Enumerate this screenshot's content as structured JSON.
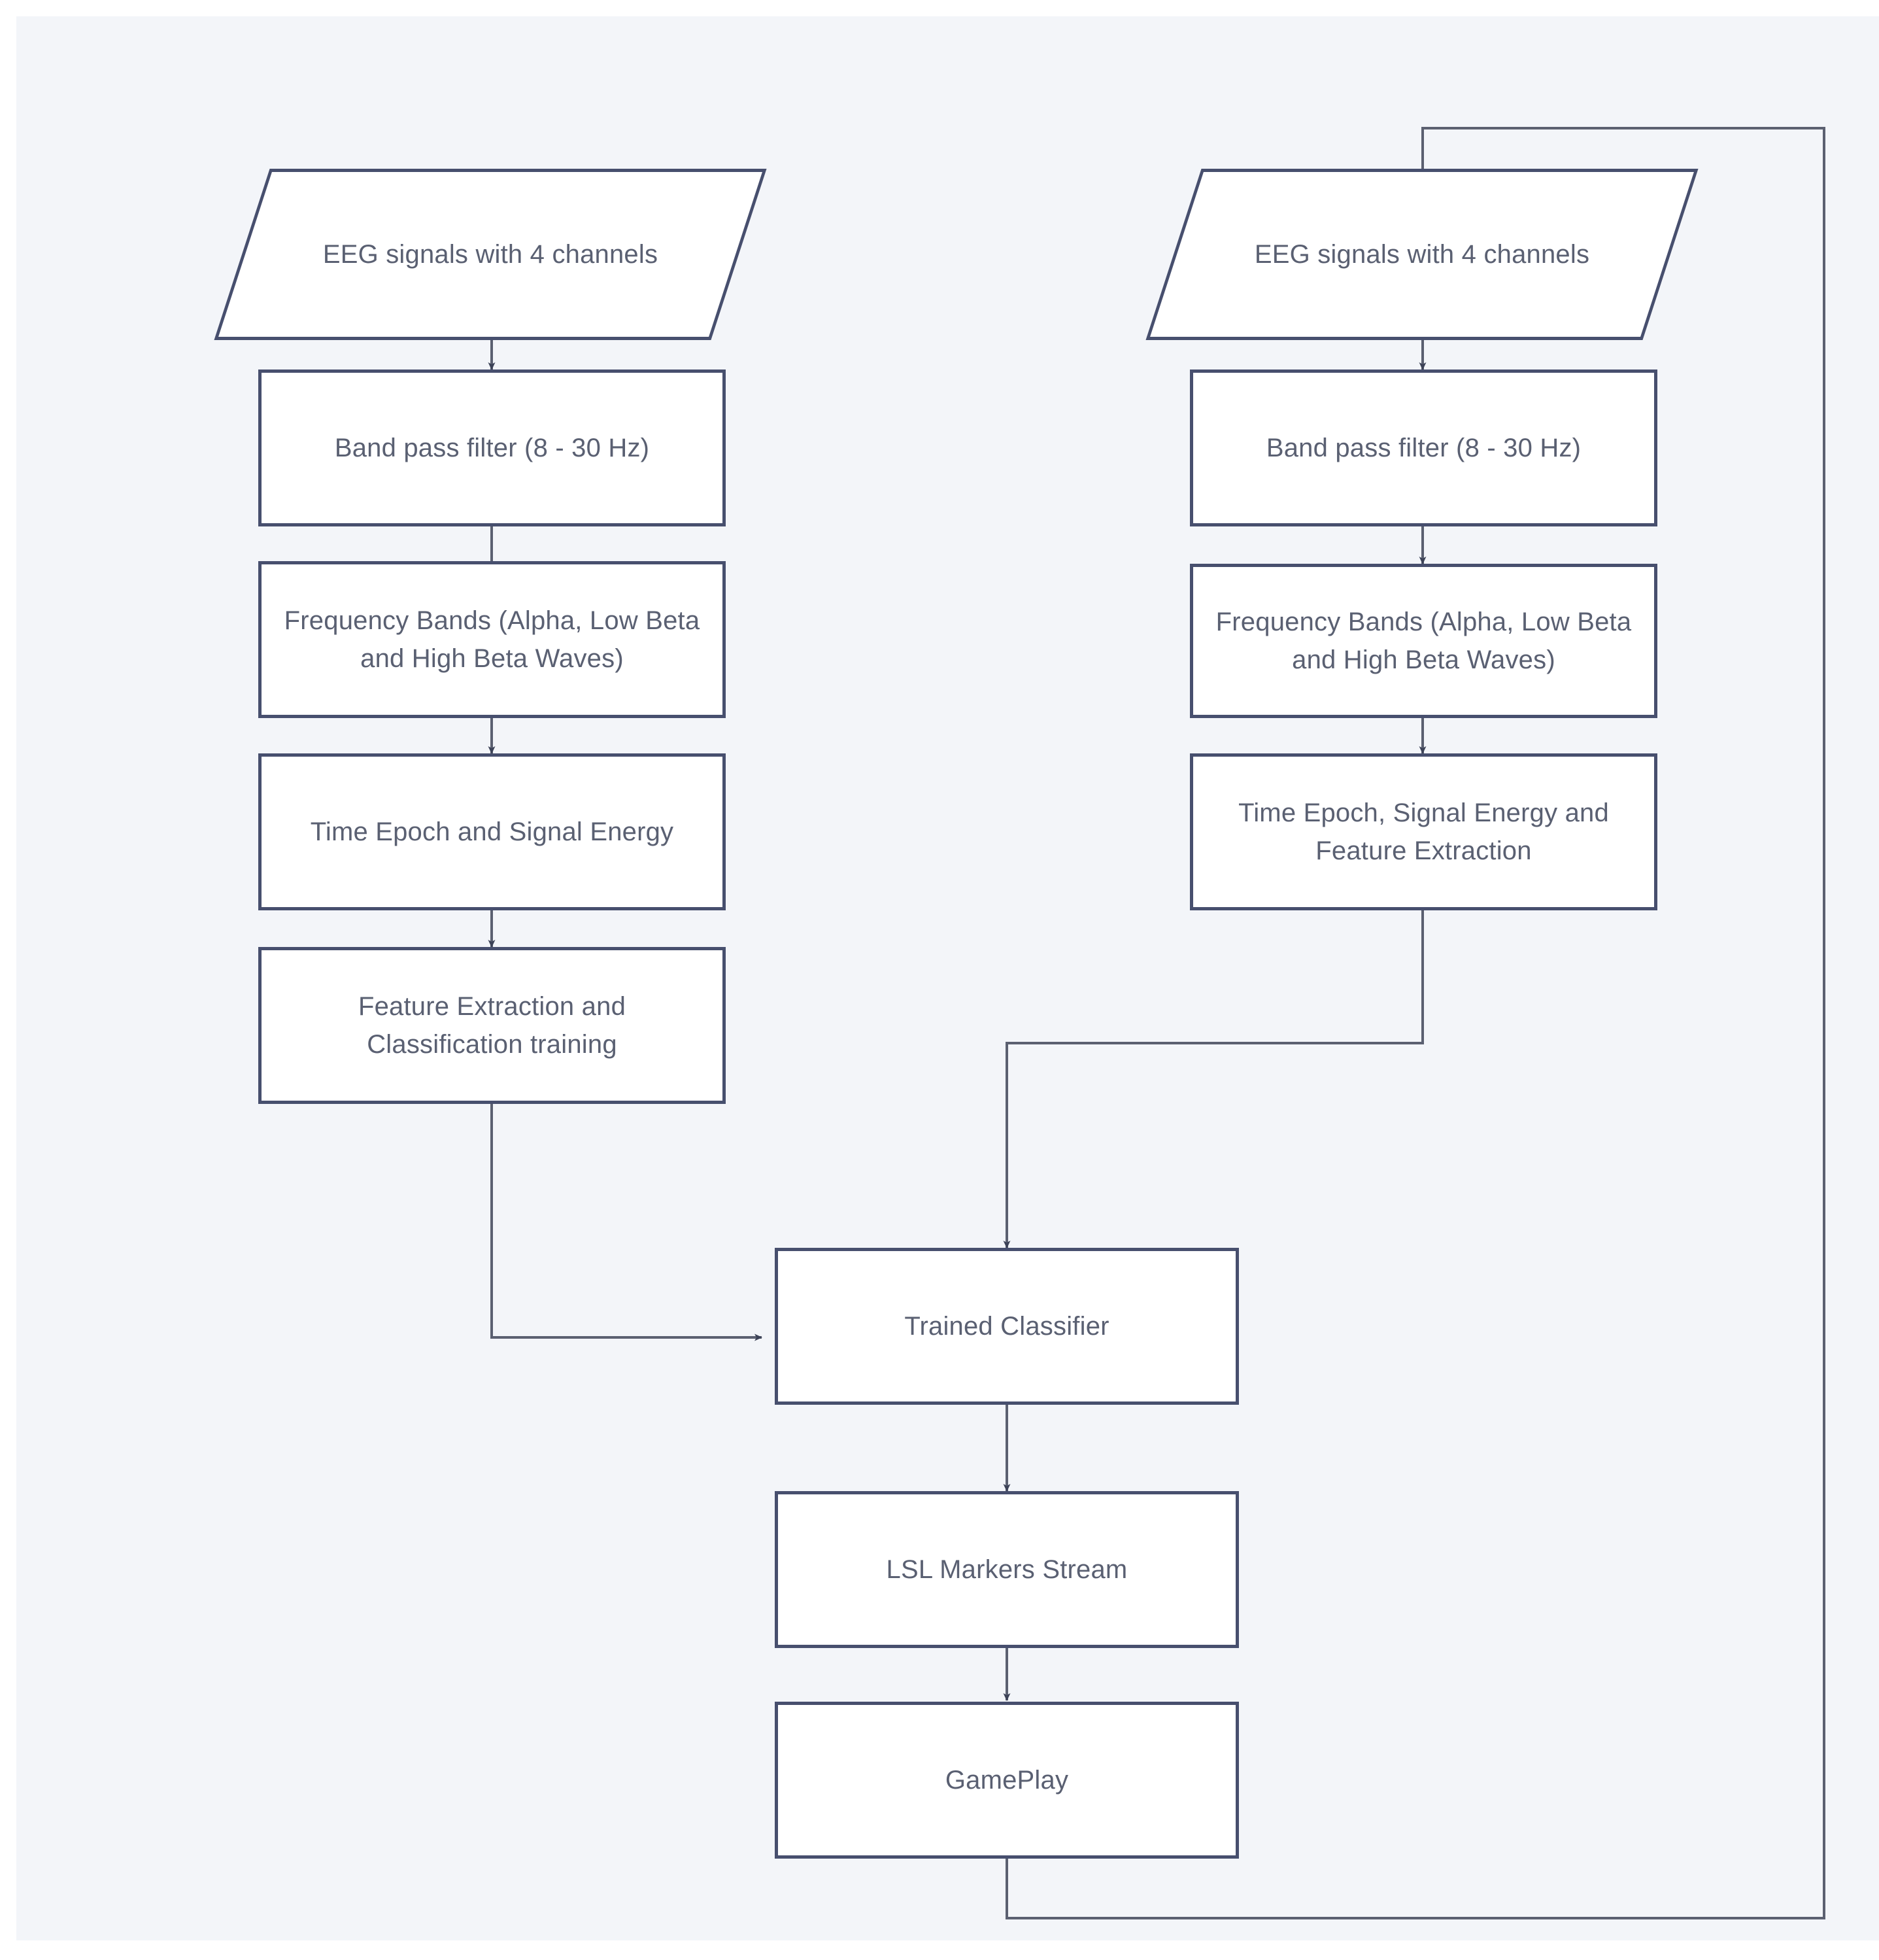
{
  "diagram": {
    "title": "EEG BCI pipeline flowchart",
    "background_color": "#f3f5f9",
    "node_fill": "#ffffff",
    "node_border_color": "#474f6e",
    "text_color": "#5a6072",
    "edge_color": "#5b6071"
  },
  "nodes": {
    "training_input": {
      "label": "EEG signals with 4 channels",
      "shape": "parallelogram"
    },
    "training_bandpass": {
      "label": "Band pass filter (8 - 30 Hz)",
      "shape": "rectangle"
    },
    "training_bands": {
      "label": "Frequency Bands (Alpha, Low Beta and High Beta Waves)",
      "shape": "rectangle"
    },
    "training_epoch": {
      "label": "Time Epoch and Signal Energy",
      "shape": "rectangle"
    },
    "training_features": {
      "label": "Feature Extraction and Classification training",
      "shape": "rectangle"
    },
    "live_input": {
      "label": "EEG signals with 4 channels",
      "shape": "parallelogram"
    },
    "live_bandpass": {
      "label": "Band pass filter (8 - 30 Hz)",
      "shape": "rectangle"
    },
    "live_bands": {
      "label": "Frequency Bands (Alpha, Low Beta and High Beta Waves)",
      "shape": "rectangle"
    },
    "live_epoch": {
      "label": "Time Epoch, Signal Energy and Feature Extraction",
      "shape": "rectangle"
    },
    "classifier": {
      "label": "Trained Classifier",
      "shape": "rectangle"
    },
    "lsl_stream": {
      "label": "LSL Markers Stream",
      "shape": "rectangle"
    },
    "gameplay": {
      "label": "GamePlay",
      "shape": "rectangle"
    }
  },
  "edges": [
    {
      "from": "training_input",
      "to": "training_bandpass",
      "arrow": true
    },
    {
      "from": "training_bandpass",
      "to": "training_bands",
      "arrow": false
    },
    {
      "from": "training_bands",
      "to": "training_epoch",
      "arrow": true
    },
    {
      "from": "training_epoch",
      "to": "training_features",
      "arrow": true
    },
    {
      "from": "training_features",
      "to": "classifier",
      "arrow": true
    },
    {
      "from": "live_input",
      "to": "live_bandpass",
      "arrow": true
    },
    {
      "from": "live_bandpass",
      "to": "live_bands",
      "arrow": true
    },
    {
      "from": "live_bands",
      "to": "live_epoch",
      "arrow": true
    },
    {
      "from": "live_epoch",
      "to": "classifier",
      "arrow": true
    },
    {
      "from": "classifier",
      "to": "lsl_stream",
      "arrow": true
    },
    {
      "from": "lsl_stream",
      "to": "gameplay",
      "arrow": true
    },
    {
      "from": "gameplay",
      "to": "live_input",
      "arrow": true
    }
  ]
}
